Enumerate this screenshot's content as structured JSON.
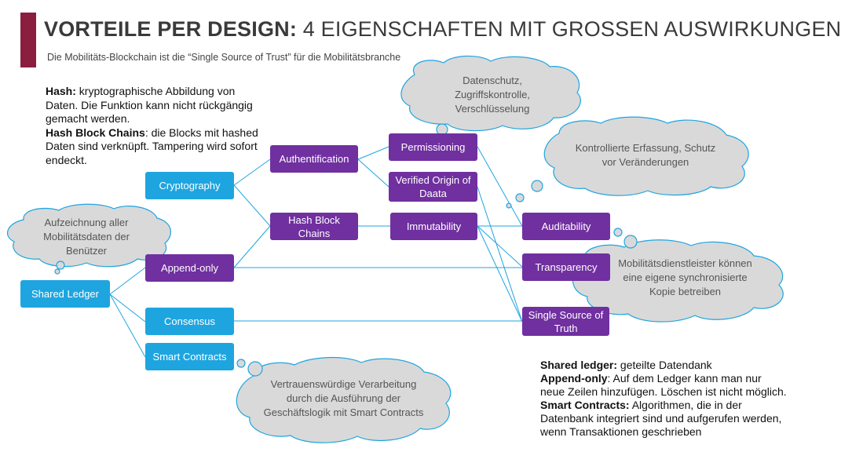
{
  "title": {
    "bold": "VORTEILE PER DESIGN:",
    "rest": "4 EIGENSCHAFTEN MIT GROSSEN AUSWIRKUNGEN"
  },
  "subtitle": "Die Mobilitäts-Blockchain ist die “Single Source of Trust” für die Mobilitätsbranche",
  "notes": {
    "top_left": {
      "hash_term": "Hash:",
      "hash_text": " kryptographische Abbildung von Daten. Die Funktion kann nicht rückgängig gemacht werden.",
      "chain_term": "Hash Block Chains",
      "chain_text": ": die Blocks mit hashed Daten sind verknüpft. Tampering wird sofort endeckt."
    },
    "bottom_right": {
      "ledger_term": "Shared ledger:",
      "ledger_text": " geteilte Datendank",
      "append_term": "Append-only",
      "append_text": ": Auf dem Ledger kann man nur neue Zeilen hinzufügen. Löschen ist nicht möglich.",
      "contracts_term": "Smart Contracts:",
      "contracts_text": " Algorithmen, die in der Datenbank integriert sind und aufgerufen werden, wenn Transaktionen geschrieben"
    }
  },
  "nodes": {
    "shared_ledger": "Shared Ledger",
    "cryptography": "Cryptography",
    "append_only": "Append-only",
    "consensus": "Consensus",
    "smart_contracts": "Smart Contracts",
    "authentification": "Authentification",
    "hash_block_chains": "Hash Block Chains",
    "permissioning": "Permissioning",
    "verified_origin": "Verified Origin of Daata",
    "immutability": "Immutability",
    "auditability": "Auditability",
    "transparency": "Transparency",
    "single_source": "Single Source of Truth"
  },
  "clouds": {
    "datenschutz": "Datenschutz, Zugriffskontrolle, Verschlüsselung",
    "erfassung": "Kontrollierte Erfassung, Schutz vor Veränderungen",
    "aufzeichnung": "Aufzeichnung aller Mobilitätsdaten der Benützer",
    "dienstleister": "Mobilitätsdienstleister können eine eigene synchronisierte Kopie betreiben",
    "vertrauen": "Vertrauenswürdige Verarbeitung durch die Ausführung der Geschäftslogik mit Smart Contracts"
  },
  "colors": {
    "accent": "#8b1e3f",
    "input_node": "#1ea5e0",
    "property_node": "#7030a0",
    "connector": "#1ea5e0",
    "cloud_fill": "#d9d9d9",
    "cloud_stroke": "#1ea5e0"
  }
}
